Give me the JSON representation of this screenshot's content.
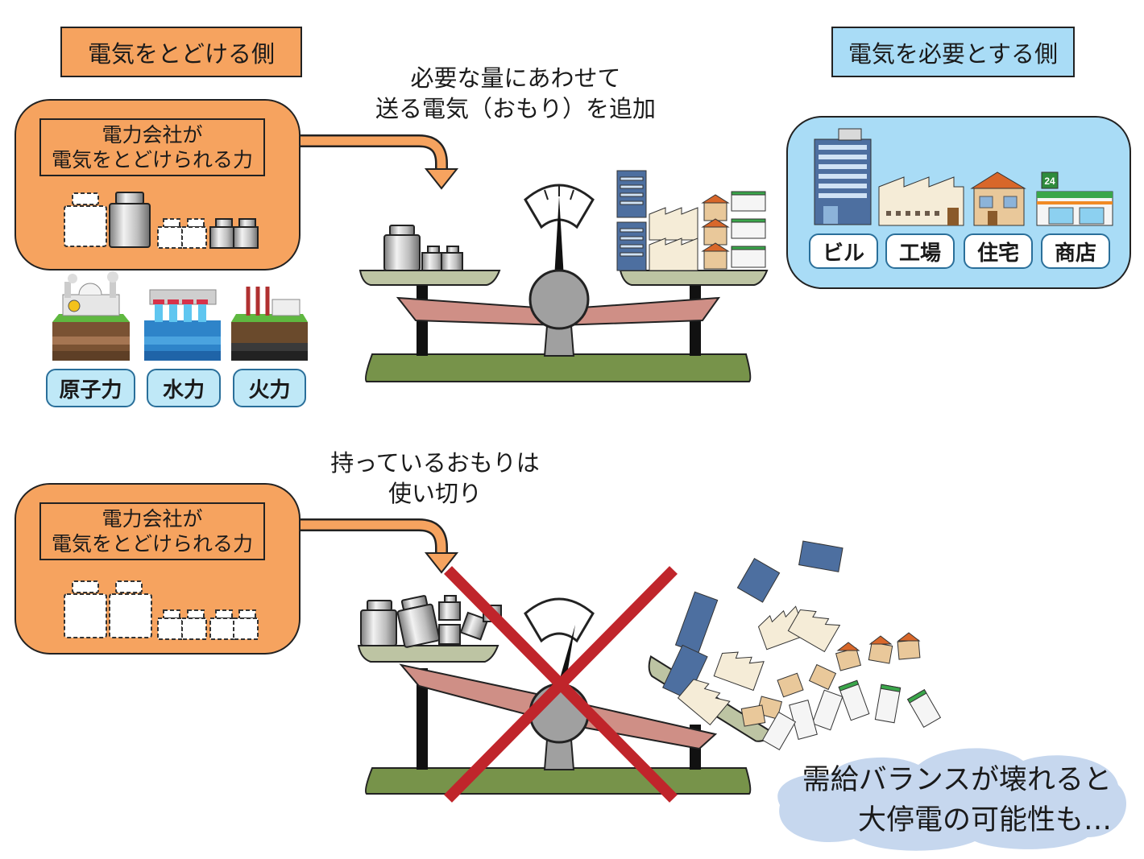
{
  "top": {
    "supply_tag": "電気をとどける側",
    "demand_tag": "電気を必要とする側",
    "caption": [
      "必要な量にあわせて",
      "送る電気（おもり）を追加"
    ],
    "capacity_label": [
      "電力会社が",
      "電気をとどけられる力"
    ],
    "sources": [
      "原子力",
      "水力",
      "火力"
    ],
    "consumers": [
      "ビル",
      "工場",
      "住宅",
      "商店"
    ]
  },
  "bottom": {
    "caption": [
      "持っているおもりは",
      "使い切り"
    ],
    "capacity_label": [
      "電力会社が",
      "電気をとどけられる力"
    ],
    "warning": [
      "需給バランスが壊れると",
      "大停電の可能性も…"
    ]
  },
  "store_sign": "24",
  "colors": {
    "orange": "#f6a35f",
    "light_blue": "#a9dcf6",
    "olive_base": "#77934a",
    "pan": "#bdc4a3",
    "beam": "#cf8f86",
    "red_x": "#c0252b",
    "cloud": "#c6d7ee"
  }
}
